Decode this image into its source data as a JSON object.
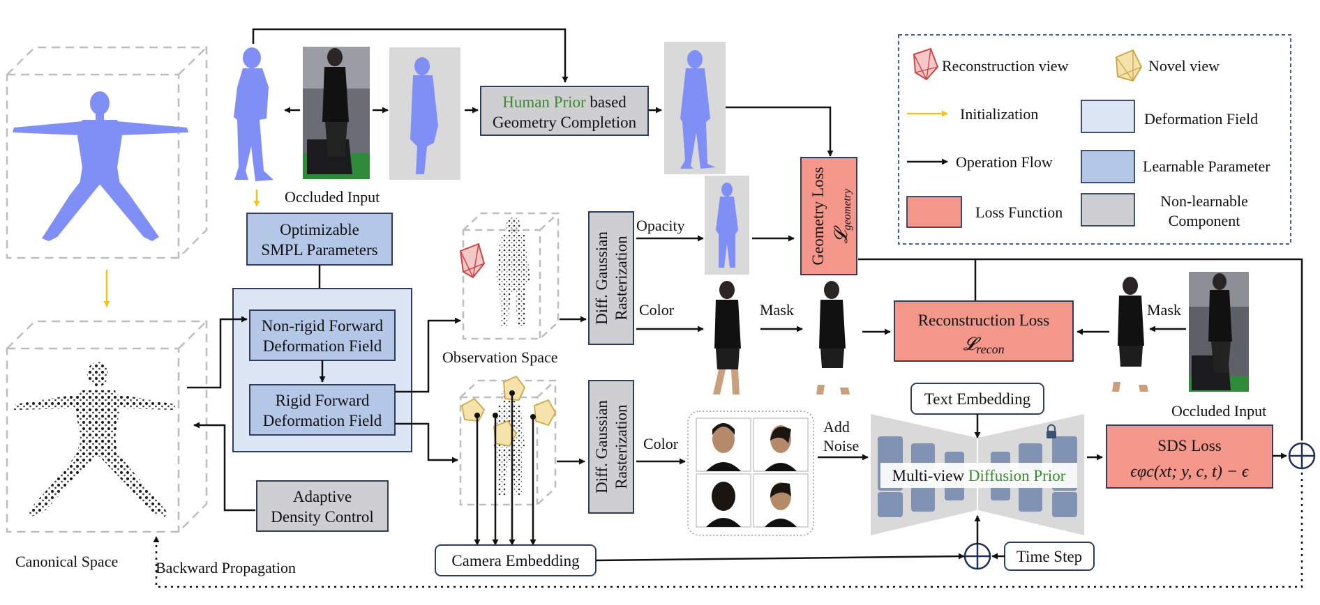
{
  "canonical_space": {
    "label": "Canonical Space"
  },
  "backward_propagation": {
    "label": "Backward Propagation"
  },
  "occluded_input_top": {
    "label": "Occluded Input"
  },
  "occluded_input_right": {
    "label": "Occluded Input"
  },
  "human_prior": {
    "green": "Human Prior",
    "rest": " based",
    "line2": "Geometry Completion"
  },
  "optimizable_smpl": {
    "line1": "Optimizable",
    "line2": "SMPL Parameters"
  },
  "nonrigid": {
    "line1": "Non-rigid Forward",
    "line2": "Deformation Field"
  },
  "rigid": {
    "line1": "Rigid Forward",
    "line2": "Deformation Field"
  },
  "adaptive": {
    "line1": "Adaptive",
    "line2": "Density Control"
  },
  "observation_space": {
    "label": "Observation Space"
  },
  "rasterization": {
    "line1": "Diff. Gaussian",
    "line2": "Rasterization"
  },
  "opacity": {
    "label": "Opacity"
  },
  "color_top": {
    "label": "Color"
  },
  "color_bottom": {
    "label": "Color"
  },
  "mask_left": {
    "label": "Mask"
  },
  "mask_right": {
    "label": "Mask"
  },
  "add_noise": {
    "line1": "Add",
    "line2": "Noise"
  },
  "geometry_loss": {
    "line1": "Geometry Loss",
    "symbol": "𝓛",
    "sub": "geometry"
  },
  "reconstruction_loss": {
    "line1": "Reconstruction Loss",
    "symbol": "𝓛",
    "sub": "recon"
  },
  "sds_loss": {
    "line1": "SDS Loss",
    "formula": "ϵφc(xt; y, c, t) − ϵ"
  },
  "text_embedding": {
    "label": "Text Embedding"
  },
  "diffusion": {
    "prefix": "Multi-view ",
    "green": "Diffusion Prior"
  },
  "camera_embedding": {
    "label": "Camera Embedding"
  },
  "time_step": {
    "label": "Time Step"
  },
  "legend": {
    "reconstruction_view": "Reconstruction view",
    "novel_view": "Novel view",
    "initialization": "Initialization",
    "deformation_field": "Deformation Field",
    "operation_flow": "Operation Flow",
    "learnable_parameter": "Learnable Parameter",
    "loss_function": "Loss Function",
    "non_learnable_1": "Non-learnable",
    "non_learnable_2": "Component"
  },
  "colors": {
    "deformation_field": "#dce6f4",
    "learnable_parameter": "#b4c7e7",
    "loss_function": "#f4978a",
    "non_learnable": "#cfcfd2",
    "mesh_blue": "#7f8ff5",
    "initialization_arrow": "#f2c21b",
    "human_prior_text": "#3b8a2e",
    "legend_border": "#2f4a7a"
  }
}
